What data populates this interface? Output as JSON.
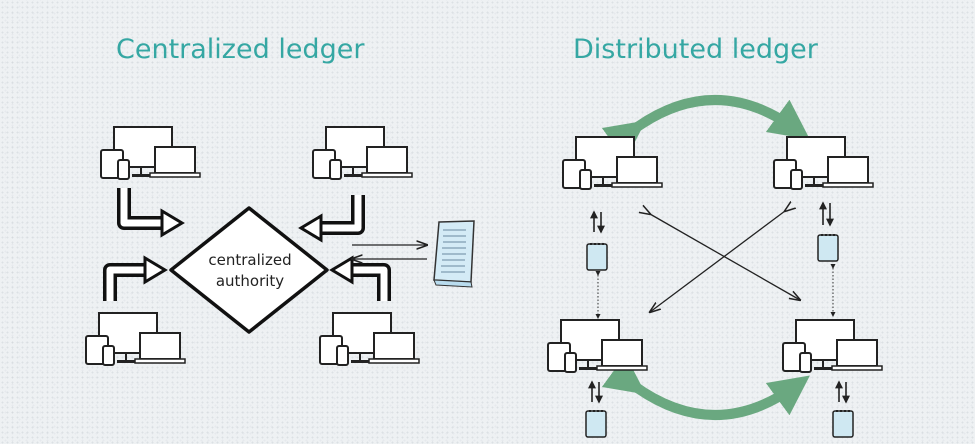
{
  "titles": {
    "centralized": "Centralized ledger",
    "distributed": "Distributed ledger"
  },
  "authority": {
    "line1": "centralized",
    "line2": "authority"
  },
  "colors": {
    "title": "#35a7a3",
    "sync_arrow": "#6aa880",
    "ledger_fill": "#cfe8f2",
    "document_fill": "#d4ebf6"
  },
  "icons": {
    "computer_cluster": "desktop-laptop-tablet-phone-icon",
    "ledger": "ledger-notepad-icon",
    "document": "document-icon"
  }
}
